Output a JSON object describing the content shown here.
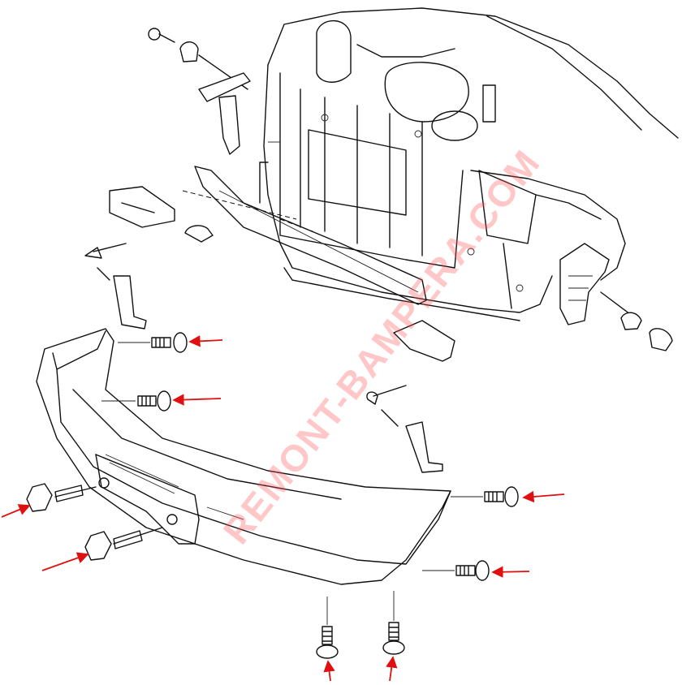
{
  "watermark": {
    "text": "REMONT-BAMPERA.COM",
    "color": "#ff5050"
  },
  "arrow_color": "#e01010",
  "callouts": [
    {
      "name": "upper-left-screw-1"
    },
    {
      "name": "upper-left-screw-2"
    },
    {
      "name": "left-lower-bolt-1"
    },
    {
      "name": "left-lower-bolt-2"
    },
    {
      "name": "right-screw-1"
    },
    {
      "name": "right-screw-2"
    },
    {
      "name": "bottom-screw-1"
    },
    {
      "name": "bottom-screw-2"
    }
  ]
}
